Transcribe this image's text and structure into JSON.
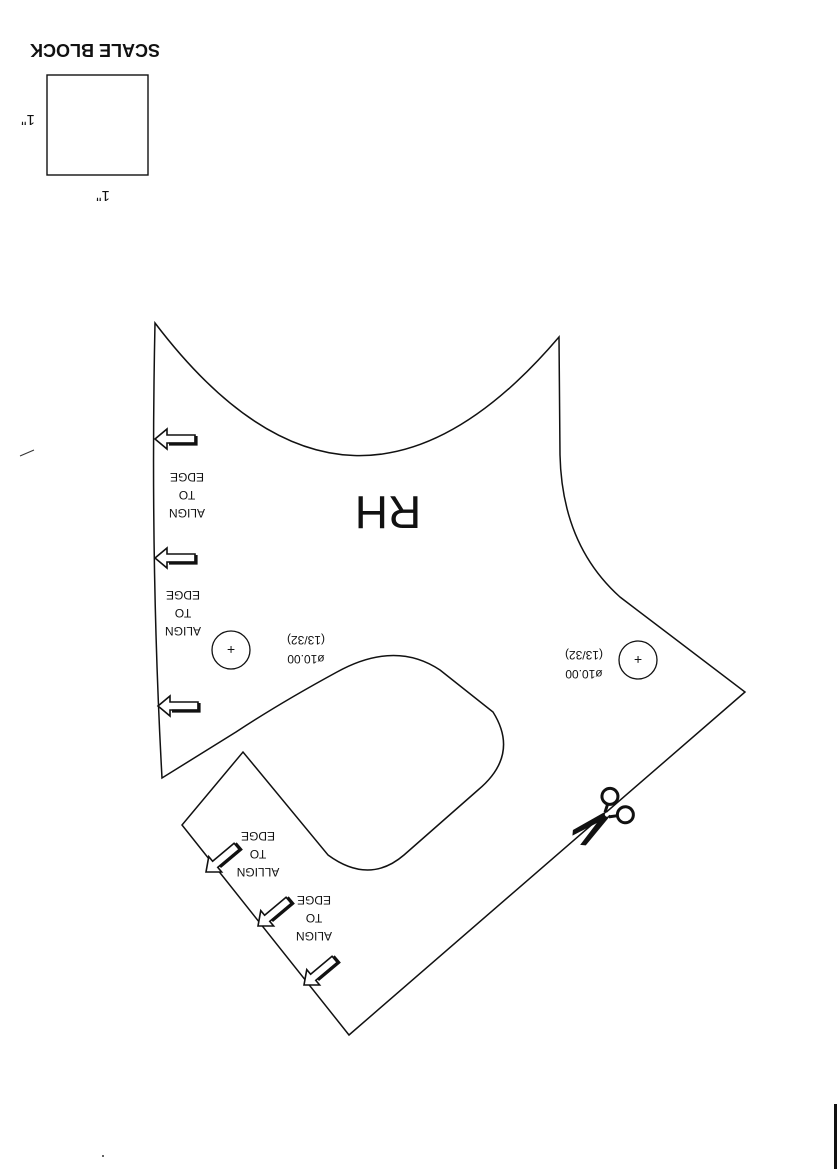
{
  "scale_block": {
    "title": "SCALE BLOCK",
    "width_label": "1\"",
    "height_label": "1\""
  },
  "pattern_piece": {
    "side_label": "RH",
    "holes": [
      {
        "diameter": "ø10.00",
        "fraction": "(13/32)",
        "center_mark": "+"
      },
      {
        "diameter": "ø10.00",
        "fraction": "(13/32)",
        "center_mark": "+"
      }
    ],
    "align_notes": [
      {
        "line1": "ALIGN",
        "line2": "TO",
        "line3": "EDGE"
      },
      {
        "line1": "ALIGN",
        "line2": "TO",
        "line3": "EDGE"
      },
      {
        "line1": "ALLIGN",
        "line2": "TO",
        "line3": "EDGE"
      },
      {
        "line1": "ALIGN",
        "line2": "TO",
        "line3": "EDGE"
      }
    ],
    "align_arrow_count": 6,
    "cut_marker": "scissors-icon"
  }
}
